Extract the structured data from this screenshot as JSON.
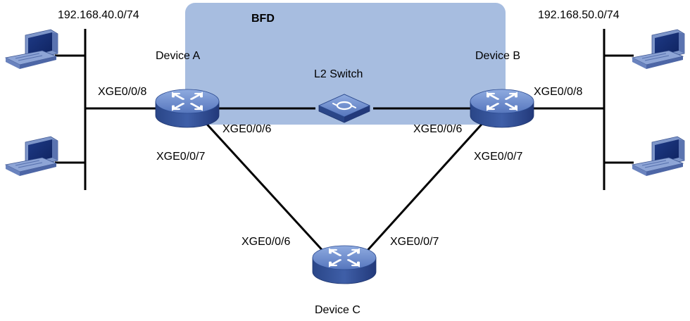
{
  "title": "BFD",
  "subnets": {
    "left": "192.168.40.0/74",
    "right": "192.168.50.0/74"
  },
  "devices": {
    "a": {
      "label": "Device A"
    },
    "b": {
      "label": "Device B"
    },
    "c": {
      "label": "Device C"
    },
    "switch": {
      "label": "L2 Switch"
    }
  },
  "interfaces": {
    "a_lan": "XGE0/0/8",
    "a_to_switch": "XGE0/0/6",
    "a_to_c": "XGE0/0/7",
    "b_lan": "XGE0/0/8",
    "b_to_switch": "XGE0/0/6",
    "b_to_c": "XGE0/0/7",
    "c_to_a": "XGE0/0/6",
    "c_to_b": "XGE0/0/7"
  },
  "colors": {
    "bfd_region": "#a7bde0",
    "device_top": "#6f8fcf",
    "device_side": "#2f4f96",
    "link": "#000000"
  },
  "icons": {
    "router": "router-icon",
    "switch": "switch-icon",
    "host": "computer-icon"
  }
}
